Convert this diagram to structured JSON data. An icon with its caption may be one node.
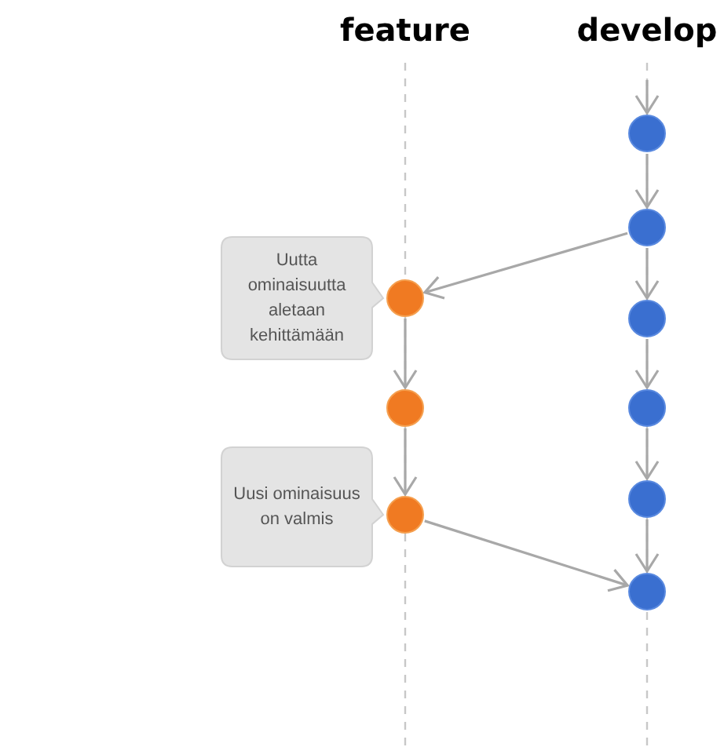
{
  "diagram": {
    "nodes": [
      {
        "text": [
          "Uutta ominaisuutta aletaan kehittämään"
        ]
      },
      {
        "text": [
          "Uusi ominaisuus on valmis"
        ]
      },
      {
        "text": [],
        "shape": "circle"
      },
      {
        "text": [],
        "shape": "circle"
      },
      {
        "text": [],
        "shape": "circle"
      },
      {
        "text": [],
        "shape": "circle"
      },
      {
        "text": [],
        "shape": "circle"
      },
      {
        "text": [],
        "shape": "circle"
      },
      {
        "text": [],
        "shape": "circle"
      },
      {
        "text": [],
        "shape": "circle"
      },
      {
        "text": [],
        "shape": "circle"
      }
    ],
    "edges": [
      {
        "from": null,
        "to": 5,
        "arrow": "to"
      },
      {
        "from": 5,
        "to": 6,
        "arrow": "to"
      },
      {
        "from": 6,
        "to": 7,
        "arrow": "to"
      },
      {
        "from": 7,
        "to": 8,
        "arrow": "to"
      },
      {
        "from": 8,
        "to": 9,
        "arrow": "to"
      },
      {
        "from": 9,
        "to": 10,
        "arrow": "to"
      },
      {
        "from": 6,
        "to": 2,
        "arrow": "to"
      },
      {
        "from": 2,
        "to": 3,
        "arrow": "to"
      },
      {
        "from": 3,
        "to": 4,
        "arrow": "to"
      },
      {
        "from": 4,
        "to": 10,
        "arrow": "to"
      }
    ],
    "labels": [
      "feature",
      "develop"
    ]
  }
}
